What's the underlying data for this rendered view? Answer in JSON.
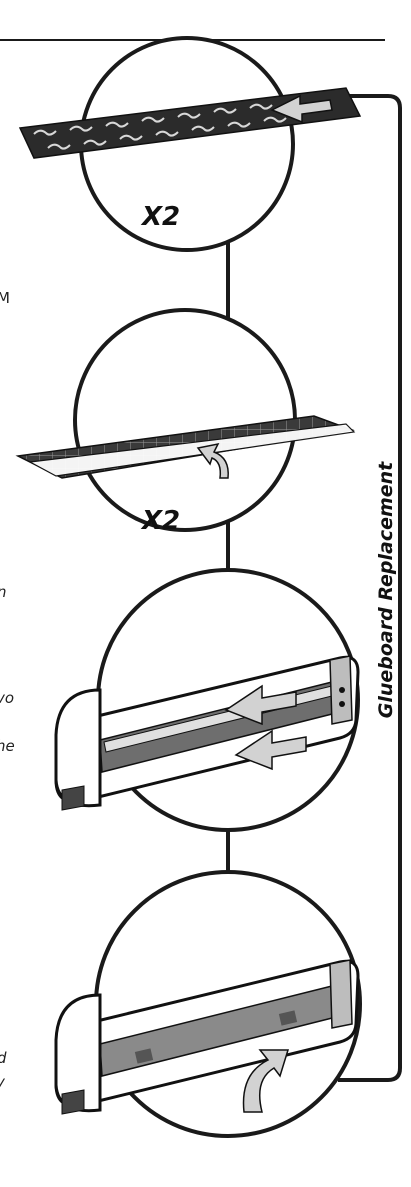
{
  "side_label": "Glueboard Replacement",
  "step1": {
    "multiplier": "X2"
  },
  "step2": {
    "multiplier": "X2"
  },
  "cut_text": [
    "M",
    "n",
    "vo",
    "he",
    "d",
    "y"
  ],
  "colors": {
    "line": "#1a1a1a",
    "arrow_fill": "#d2d2d2",
    "glueboard_dark": "#3a3a3a",
    "device_gray": "#8a8a8a",
    "panel_gray": "#6e6e6e"
  },
  "icons": [
    "glueboard-sheet-icon",
    "glueboard-grid-icon",
    "trap-device-icon",
    "insert-arrow-icon"
  ]
}
